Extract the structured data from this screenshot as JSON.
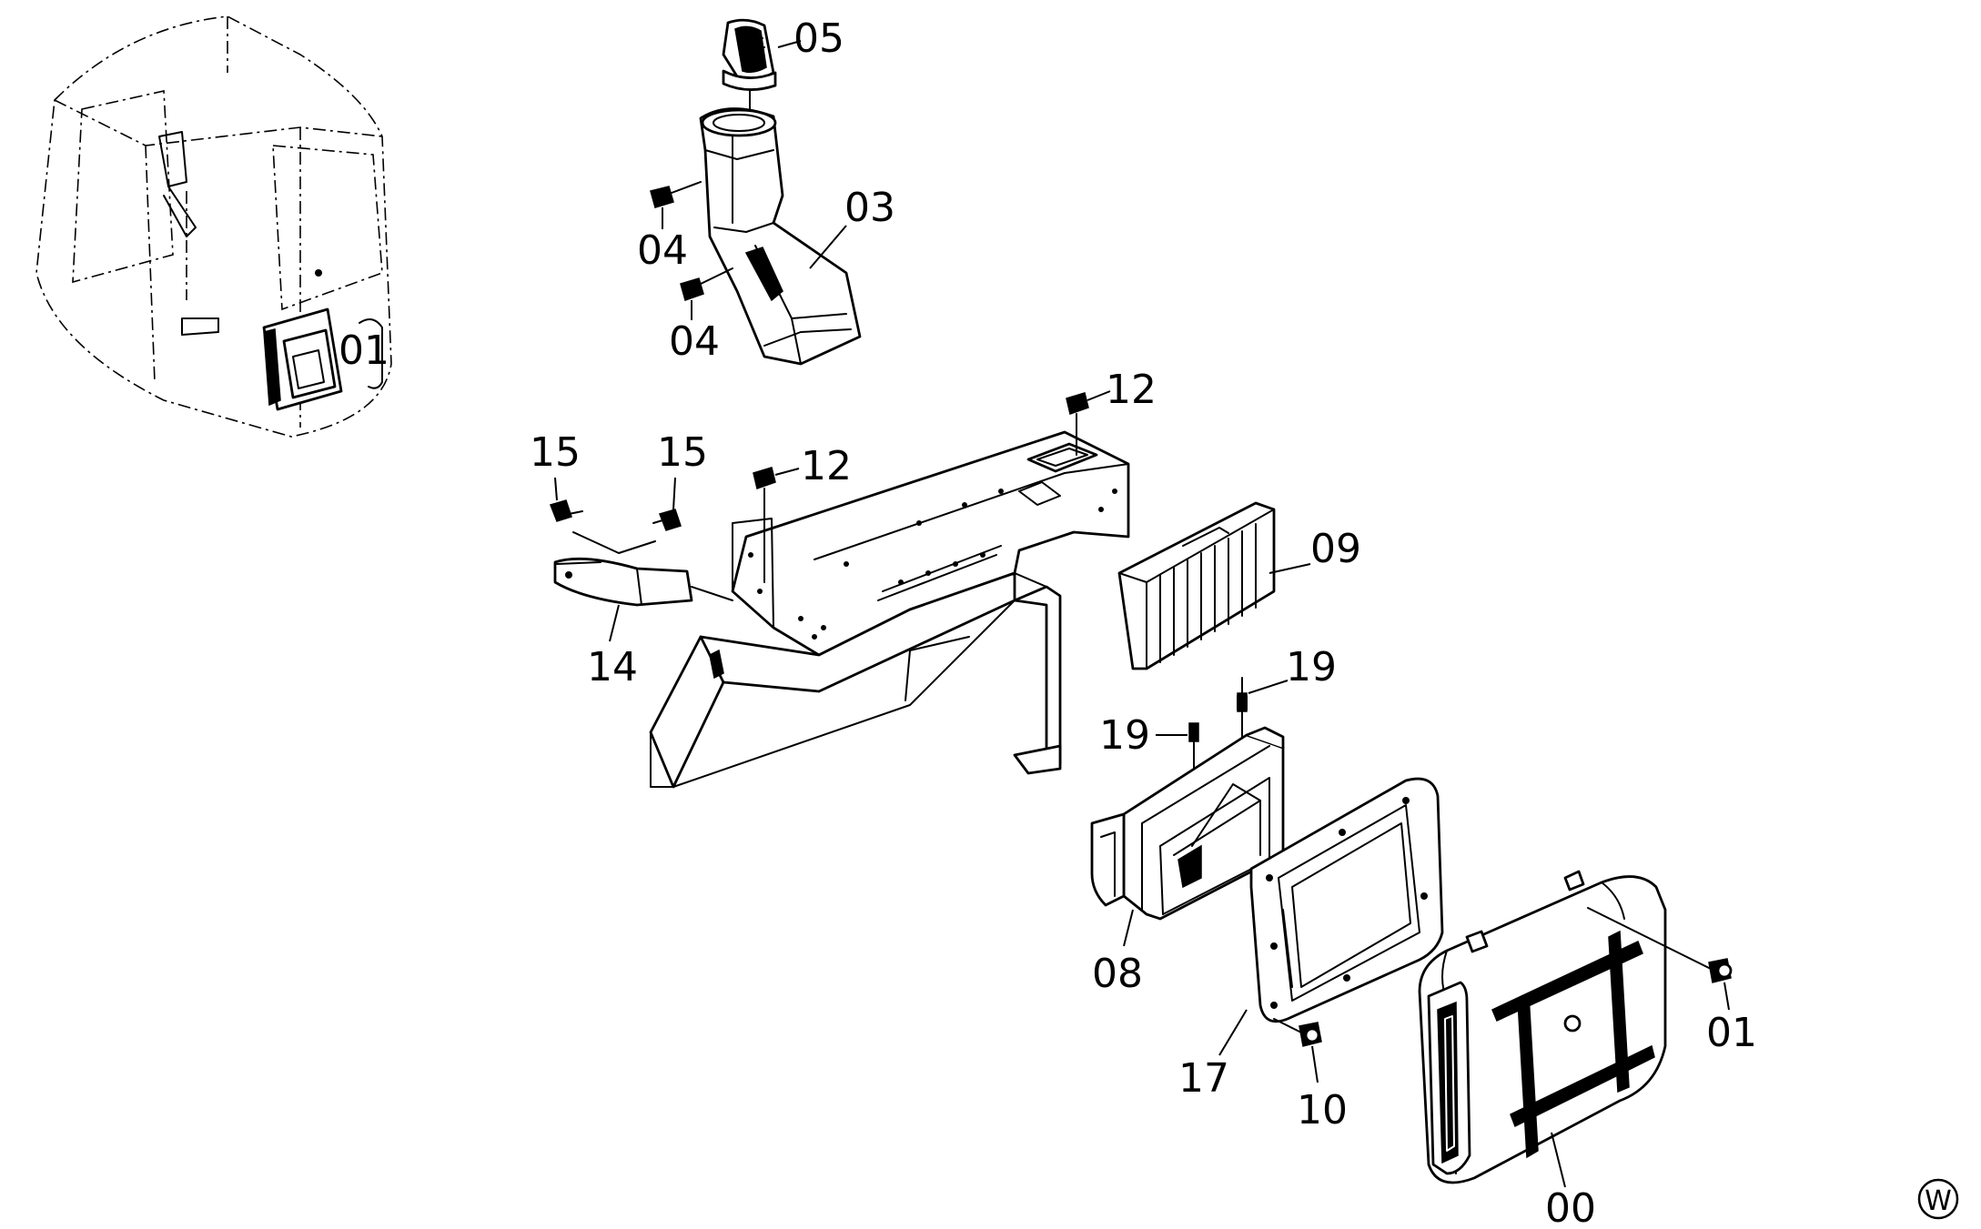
{
  "diagram": {
    "labels": {
      "p00": "00",
      "p01": "01",
      "p03": "03",
      "p04a": "04",
      "p04b": "04",
      "p05": "05",
      "p08": "08",
      "p09": "09",
      "p10": "10",
      "p12a": "12",
      "p12b": "12",
      "p14": "14",
      "p15a": "15",
      "p15b": "15",
      "p17": "17",
      "p19a": "19",
      "p19b": "19",
      "cab_index": "01",
      "corner_mark": "W"
    }
  }
}
